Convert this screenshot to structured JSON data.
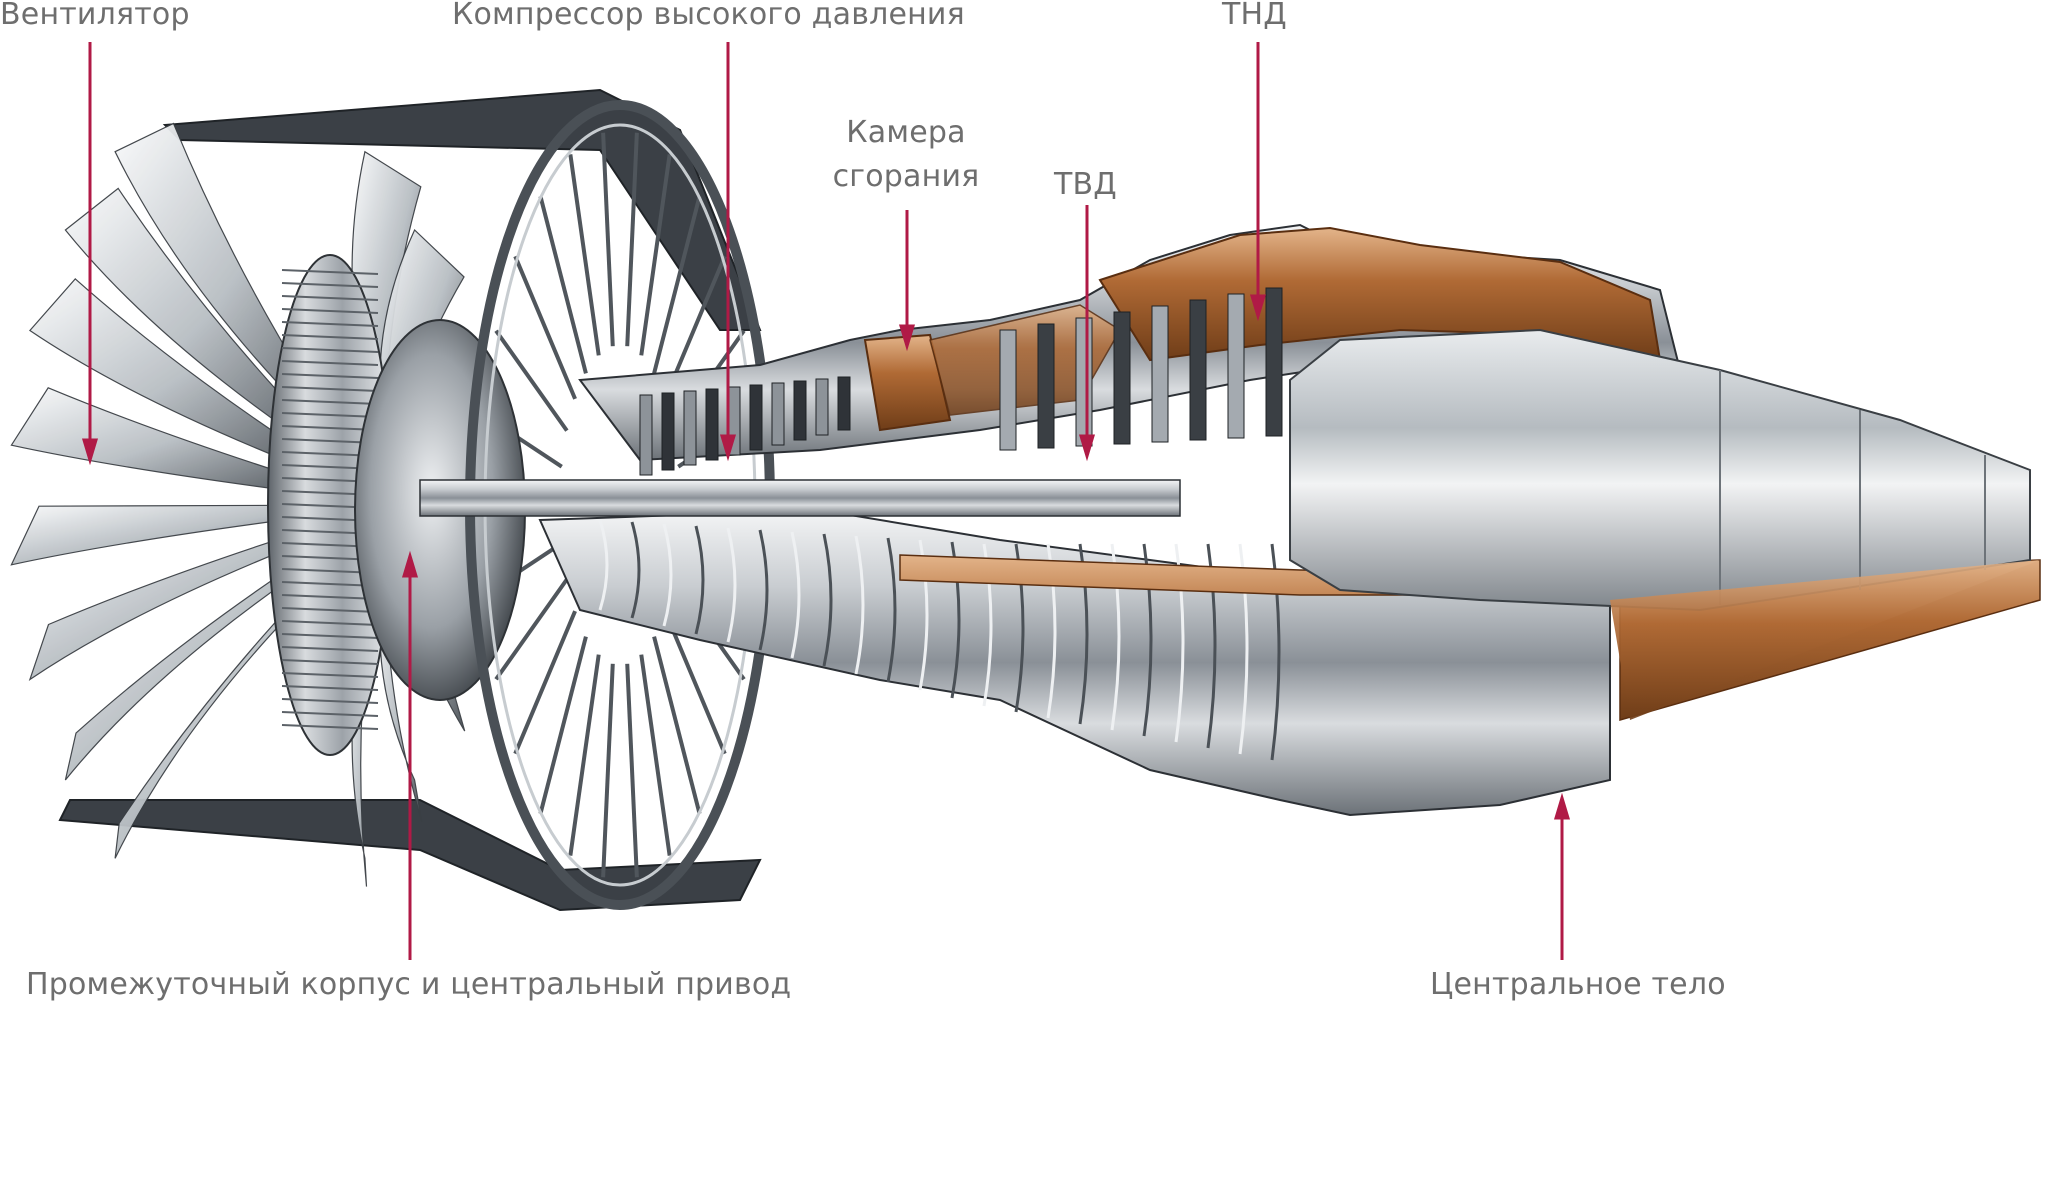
{
  "diagram": {
    "subject": "turbofan engine cutaway",
    "colors": {
      "leader_line": "#b01a46",
      "label_text": "#6e6e6e",
      "metal_light": "#e8eaec",
      "metal_mid": "#a7acb1",
      "metal_dark": "#2f3338",
      "copper": "#b06a35"
    },
    "labels": {
      "fan": "Вентилятор",
      "hp_compressor": "Компрессор высокого давления",
      "combustor_line1": "Камера",
      "combustor_line2": "сгорания",
      "hp_turbine": "ТВД",
      "lp_turbine": "ТНД",
      "intermediate_case": "Промежуточный корпус и центральный привод",
      "center_body": "Центральное тело"
    }
  }
}
